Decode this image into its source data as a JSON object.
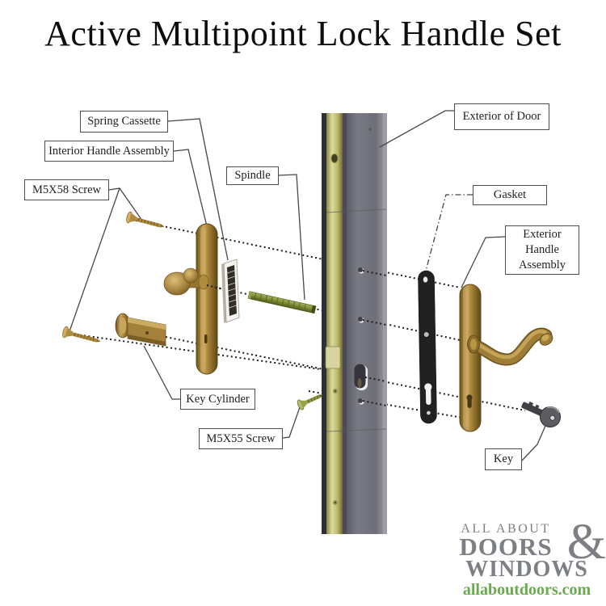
{
  "title": "Active Multipoint Lock Handle Set",
  "labels": {
    "spring_cassette": "Spring Cassette",
    "interior_handle_assembly": "Interior Handle Assembly",
    "m5x58_screw": "M5X58 Screw",
    "spindle": "Spindle",
    "exterior_of_door": "Exterior of Door",
    "gasket": "Gasket",
    "exterior_handle_assembly": "Exterior\nHandle\nAssembly",
    "key_cylinder": "Key Cylinder",
    "m5x55_screw": "M5X55 Screw",
    "key": "Key"
  },
  "logo": {
    "top": "ALL ABOUT",
    "ampersand": "&",
    "middle": "DOORS",
    "bottom": "WINDOWS",
    "website": "allaboutdoors.com"
  },
  "colors": {
    "logo_gray": "#7c7f83",
    "logo_green": "#68aa4c",
    "bronze_hardware": "#a3813b",
    "door_gray": "#73737d",
    "faceplate_gold": "#b9b56a",
    "gasket_black": "#23211f",
    "spindle_green": "#7d8c33",
    "axis_line": "#1c1c1c"
  }
}
